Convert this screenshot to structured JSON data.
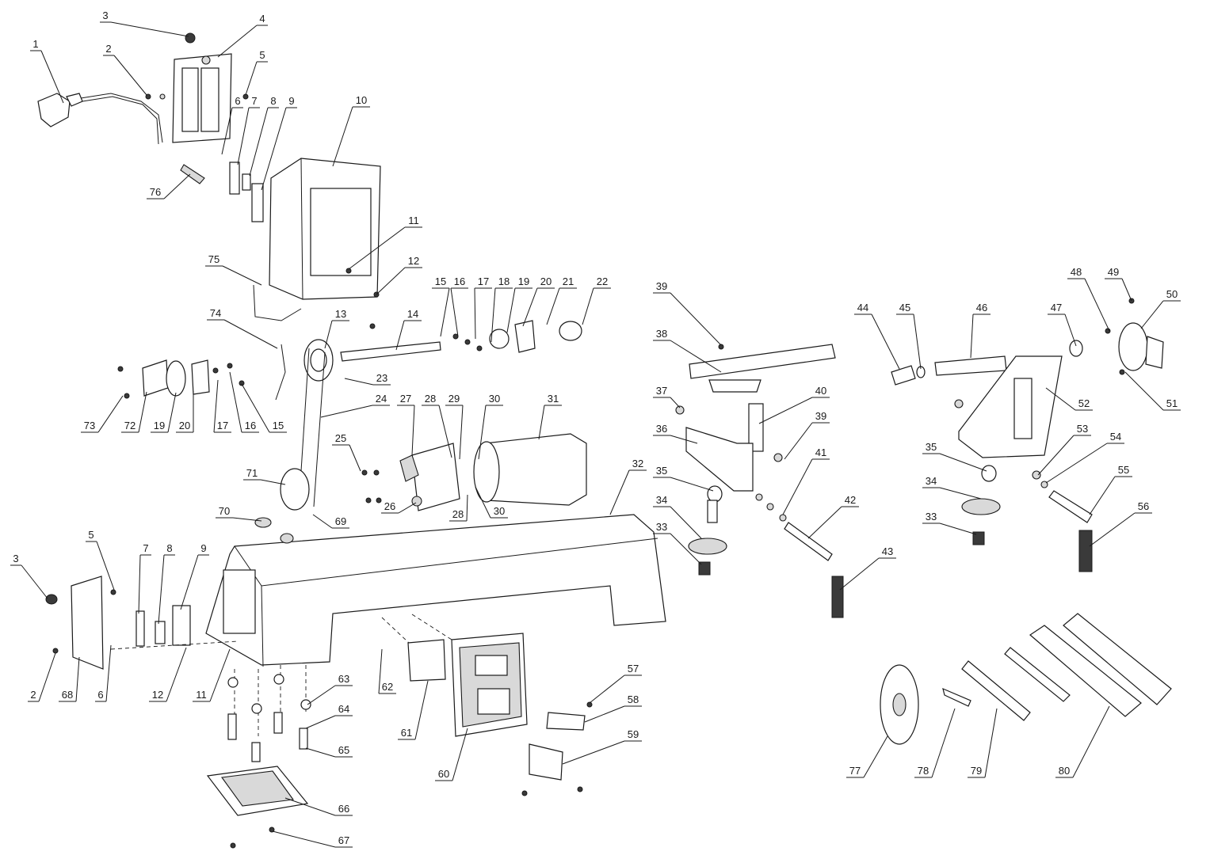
{
  "colors": {
    "line": "#1a1a1a",
    "fill": "#ffffff",
    "shade": "#d9d9d9",
    "dark": "#3a3a3a"
  },
  "labels": [
    "1",
    "2",
    "3",
    "4",
    "5",
    "6",
    "7",
    "8",
    "9",
    "10",
    "11",
    "12",
    "13",
    "14",
    "15",
    "16",
    "17",
    "18",
    "19",
    "20",
    "21",
    "22",
    "23",
    "24",
    "15",
    "16",
    "17",
    "19",
    "20",
    "72",
    "73",
    "25",
    "26",
    "27",
    "28",
    "29",
    "30",
    "31",
    "28",
    "30",
    "32",
    "39",
    "38",
    "37",
    "40",
    "36",
    "39",
    "35",
    "41",
    "34",
    "42",
    "33",
    "43",
    "44",
    "45",
    "46",
    "47",
    "48",
    "49",
    "50",
    "51",
    "52",
    "53",
    "54",
    "35",
    "34",
    "55",
    "33",
    "56",
    "71",
    "70",
    "69",
    "75",
    "74",
    "76",
    "3",
    "5",
    "7",
    "8",
    "9",
    "2",
    "68",
    "6",
    "12",
    "11",
    "63",
    "64",
    "65",
    "66",
    "67",
    "62",
    "61",
    "60",
    "57",
    "58",
    "59",
    "77",
    "78",
    "79",
    "80"
  ]
}
